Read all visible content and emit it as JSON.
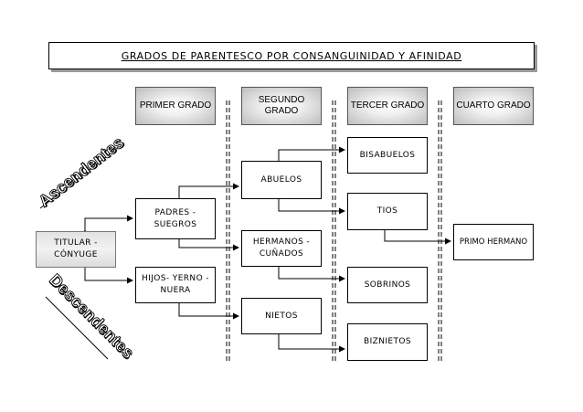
{
  "title": "GRADOS DE PARENTESCO POR CONSANGUINIDAD Y AFINIDAD",
  "grades": {
    "first": "PRIMER GRADO",
    "second": "SEGUNDO GRADO",
    "third": "TERCER GRADO",
    "fourth": "CUARTO GRADO"
  },
  "side_labels": {
    "ascendentes": "Ascendentes",
    "descendentes": "Descendentes"
  },
  "nodes": {
    "titular": "TITULAR - CÓNYUGE",
    "padres": "PADRES - SUEGROS",
    "hijos": "HIJOS- YERNO - NUERA",
    "abuelos": "ABUELOS",
    "hermanos": "HERMANOS - CUÑADOS",
    "nietos": "NIETOS",
    "bisabuelos": "BISABUELOS",
    "tios": "TIOS",
    "sobrinos": "SOBRINOS",
    "biznietos": "BIZNIETOS",
    "primo": "PRIMO HERMANO"
  }
}
